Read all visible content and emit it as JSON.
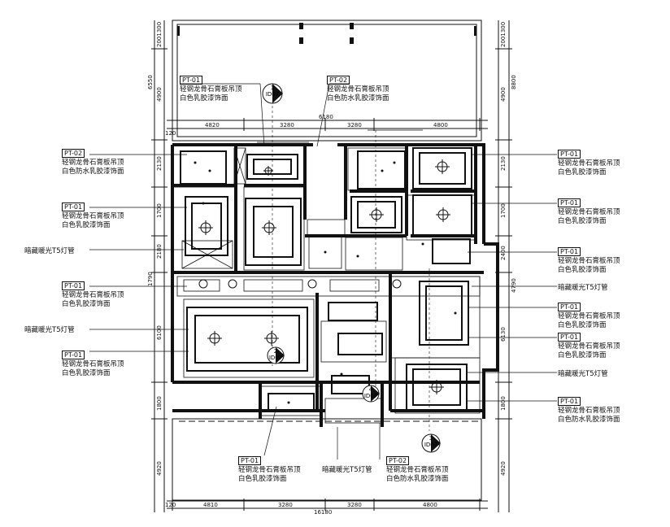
{
  "annotations": {
    "tag_pt01": "PT-01",
    "tag_pt02": "PT-02",
    "ceiling_gypsum_latex": [
      "轻钢龙骨石膏板吊顶",
      "白色乳胶漆饰面"
    ],
    "ceiling_gypsum_waterproof": [
      "轻钢龙骨石膏板吊顶",
      "白色防水乳胶漆饰面"
    ],
    "hidden_lamp": "暗藏暖光T5灯管"
  },
  "dimensions": {
    "top_row": [
      "4820",
      "3280",
      "3280",
      "4800"
    ],
    "top_total": "6180",
    "bottom_row": [
      "4810",
      "3280",
      "3280",
      "4800"
    ],
    "bottom_total": "16180",
    "side_small": "120",
    "left_col": [
      "2001300",
      "4900",
      "2130",
      "1700",
      "2180",
      "1790",
      "6100",
      "1800",
      "4920"
    ],
    "left_total": "6550",
    "right_col": [
      "2001300",
      "4900",
      "2130",
      "1700",
      "2400",
      "4790",
      "6130",
      "1800",
      "4920"
    ],
    "right_total": "8800"
  },
  "index_marks": [
    {
      "num": "1",
      "code": "ID07"
    },
    {
      "num": "2",
      "code": "ID07"
    },
    {
      "num": "3",
      "code": "ID07"
    },
    {
      "num": "4",
      "code": "ID07"
    }
  ]
}
